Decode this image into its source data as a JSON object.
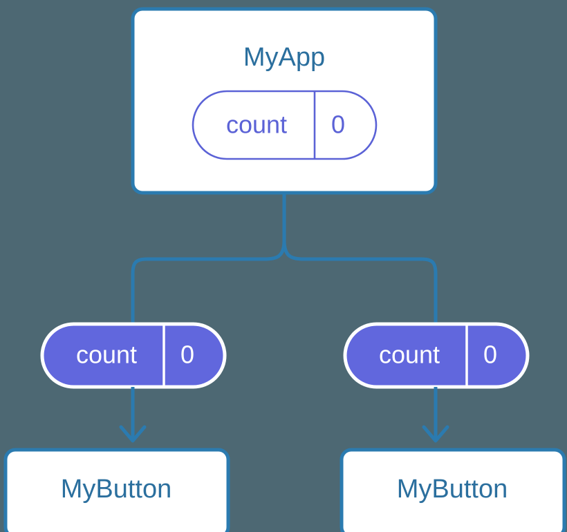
{
  "diagram": {
    "type": "component-tree",
    "title_text": "",
    "background_color": "#4d6873",
    "accent_blue": "#2b7bb0",
    "accent_purple": "#6167dd",
    "white": "#ffffff"
  },
  "root": {
    "label": "MyApp",
    "state_pill": {
      "key": "count",
      "value": "0",
      "style": "outline"
    }
  },
  "branches": [
    {
      "id": "left",
      "pill": {
        "key": "count",
        "value": "0",
        "style": "filled"
      },
      "child": {
        "label": "MyButton"
      }
    },
    {
      "id": "right",
      "pill": {
        "key": "count",
        "value": "0",
        "style": "filled"
      },
      "child": {
        "label": "MyButton"
      }
    }
  ]
}
